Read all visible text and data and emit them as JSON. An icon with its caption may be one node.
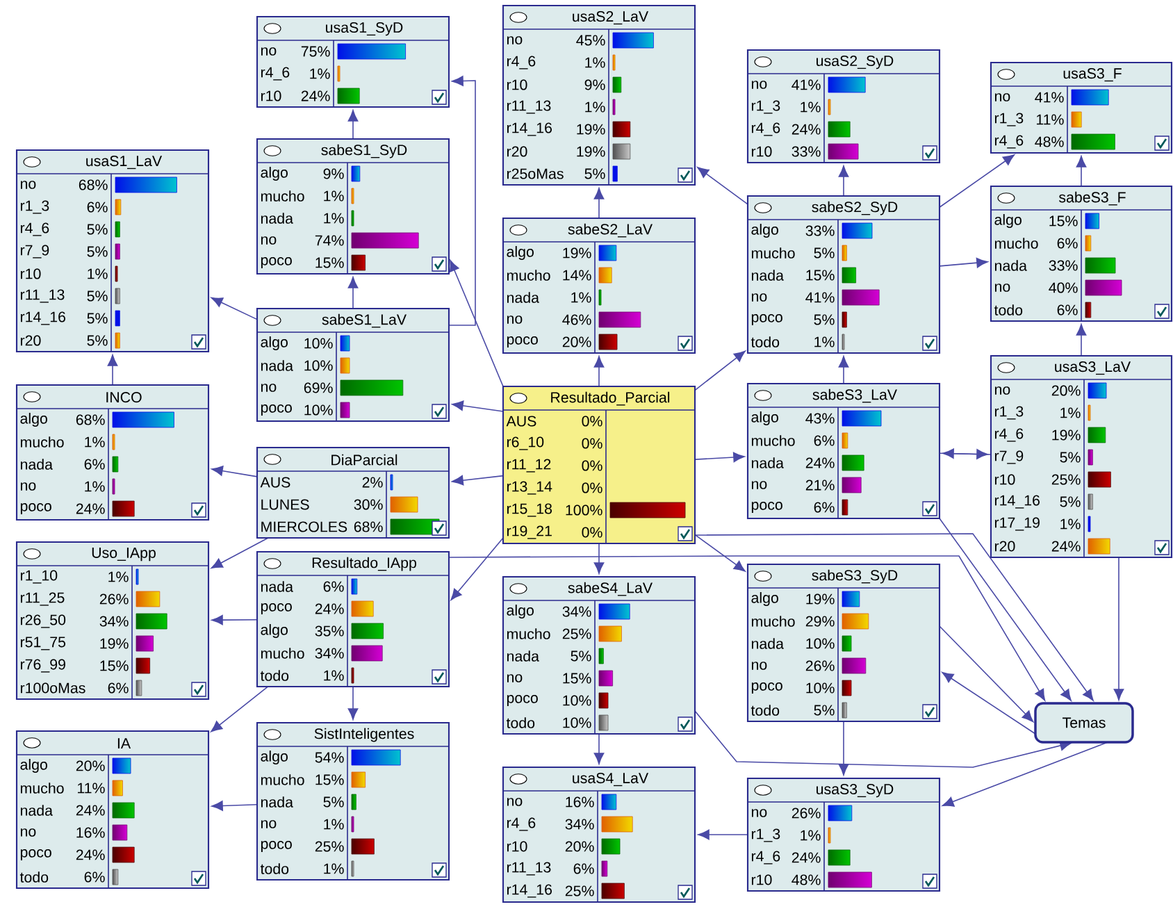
{
  "diagram": {
    "nodes": [
      {
        "text": [
          "usaS1_SyD",
          "no",
          "75%",
          "r4_6",
          "1%",
          "r10",
          "24%"
        ]
      },
      {
        "text": [
          "usaS2_LaV",
          "no",
          "45%",
          "r4_6",
          "1%",
          "r10",
          "9%",
          "r11_13",
          "1%",
          "r14_16",
          "19%",
          "r20",
          "19%",
          "r25oMas",
          "5%"
        ]
      },
      {
        "text": [
          "usaS2_SyD",
          "no",
          "41%",
          "r1_3",
          "1%",
          "r4_6",
          "24%",
          "r10",
          "33%"
        ]
      },
      {
        "text": [
          "usaS3_F",
          "no",
          "41%",
          "r1_3",
          "11%",
          "r4_6",
          "48%"
        ]
      },
      {
        "text": [
          "usaS1_LaV",
          "no",
          "68%",
          "r1_3",
          "6%",
          "r4_6",
          "5%",
          "r7_9",
          "5%",
          "r10",
          "1%",
          "r11_13",
          "5%",
          "r14_16",
          "5%",
          "r20",
          "5%"
        ]
      },
      {
        "text": [
          "sabeS1_SyD",
          "algo",
          "9%",
          "mucho",
          "1%",
          "nada",
          "1%",
          "no",
          "74%",
          "poco",
          "15%"
        ]
      },
      {
        "text": [
          "sabeS2_LaV",
          "algo",
          "19%",
          "mucho",
          "14%",
          "nada",
          "1%",
          "no",
          "46%",
          "poco",
          "20%"
        ]
      },
      {
        "text": [
          "sabeS2_SyD",
          "algo",
          "33%",
          "mucho",
          "5%",
          "nada",
          "15%",
          "no",
          "41%",
          "poco",
          "5%",
          "todo",
          "1%"
        ]
      },
      {
        "text": [
          "sabeS3_F",
          "algo",
          "15%",
          "mucho",
          "6%",
          "nada",
          "33%",
          "no",
          "40%",
          "todo",
          "6%"
        ]
      },
      {
        "text": [
          "sabeS1_LaV",
          "algo",
          "10%",
          "nada",
          "10%",
          "no",
          "69%",
          "poco",
          "10%"
        ]
      },
      {
        "text": [
          "INCO",
          "algo",
          "68%",
          "mucho",
          "1%",
          "nada",
          "6%",
          "no",
          "1%",
          "poco",
          "24%"
        ]
      },
      {
        "text": [
          "Resultado_Parcial",
          "AUS",
          "0%",
          "r6_10",
          "0%",
          "r11_12",
          "0%",
          "r13_14",
          "0%",
          "r15_18",
          "100%",
          "r19_21",
          "0%"
        ]
      },
      {
        "text": [
          "sabeS3_LaV",
          "algo",
          "43%",
          "mucho",
          "6%",
          "nada",
          "24%",
          "no",
          "21%",
          "poco",
          "6%"
        ]
      },
      {
        "text": [
          "usaS3_LaV",
          "no",
          "20%",
          "r1_3",
          "1%",
          "r4_6",
          "19%",
          "r7_9",
          "5%",
          "r10",
          "25%",
          "r14_16",
          "5%",
          "r17_19",
          "1%",
          "r20",
          "24%"
        ]
      },
      {
        "text": [
          "DiaParcial",
          "AUS",
          "2%",
          "LUNES",
          "30%",
          "MIERCOLES",
          "68%"
        ]
      },
      {
        "text": [
          "Uso_IApp",
          "r1_10",
          "1%",
          "r11_25",
          "26%",
          "r26_50",
          "34%",
          "r51_75",
          "19%",
          "r76_99",
          "15%",
          "r100oMas",
          "6%"
        ]
      },
      {
        "text": [
          "Resultado_IApp",
          "nada",
          "6%",
          "poco",
          "24%",
          "algo",
          "35%",
          "mucho",
          "34%",
          "todo",
          "1%"
        ]
      },
      {
        "text": [
          "sabeS4_LaV",
          "algo",
          "34%",
          "mucho",
          "25%",
          "nada",
          "5%",
          "no",
          "15%",
          "poco",
          "10%",
          "todo",
          "10%"
        ]
      },
      {
        "text": [
          "sabeS3_SyD",
          "algo",
          "19%",
          "mucho",
          "29%",
          "nada",
          "10%",
          "no",
          "26%",
          "poco",
          "10%",
          "todo",
          "5%"
        ]
      },
      {
        "text": [
          "Temas"
        ]
      },
      {
        "text": [
          "IA",
          "algo",
          "20%",
          "mucho",
          "11%",
          "nada",
          "24%",
          "no",
          "16%",
          "poco",
          "24%",
          "todo",
          "6%"
        ]
      },
      {
        "text": [
          "SistInteligentes",
          "algo",
          "54%",
          "mucho",
          "15%",
          "nada",
          "5%",
          "no",
          "1%",
          "poco",
          "25%",
          "todo",
          "1%"
        ]
      },
      {
        "text": [
          "usaS4_LaV",
          "no",
          "16%",
          "r4_6",
          "34%",
          "r10",
          "20%",
          "r11_13",
          "6%",
          "r14_16",
          "25%"
        ]
      },
      {
        "text": [
          "usaS3_SyD",
          "no",
          "26%",
          "r1_3",
          "1%",
          "r4_6",
          "24%",
          "r10",
          "48%"
        ]
      }
    ],
    "edges": [
      {
        "from": 5,
        "to": 0,
        "arrow": "to"
      },
      {
        "from": 9,
        "to": 0,
        "arrow": "to"
      },
      {
        "from": 9,
        "to": 4,
        "arrow": "to"
      },
      {
        "from": 10,
        "to": 4,
        "arrow": "to"
      },
      {
        "from": 9,
        "to": 5,
        "arrow": "to"
      },
      {
        "from": 11,
        "to": 5,
        "arrow": "to"
      },
      {
        "from": 11,
        "to": 9,
        "arrow": "to"
      },
      {
        "from": 6,
        "to": 1,
        "arrow": "to"
      },
      {
        "from": 7,
        "to": 1,
        "arrow": "to"
      },
      {
        "from": 11,
        "to": 6,
        "arrow": "to"
      },
      {
        "from": 7,
        "to": 2,
        "arrow": "to"
      },
      {
        "from": 11,
        "to": 7,
        "arrow": "to"
      },
      {
        "from": 7,
        "to": 3,
        "arrow": "to"
      },
      {
        "from": 8,
        "to": 3,
        "arrow": "to"
      },
      {
        "from": 7,
        "to": 8,
        "arrow": "to"
      },
      {
        "from": 13,
        "to": 8,
        "arrow": "to"
      },
      {
        "from": 12,
        "to": 7,
        "arrow": "to"
      },
      {
        "from": 11,
        "to": 12,
        "arrow": "to"
      },
      {
        "from": 13,
        "to": 12,
        "arrow": "to"
      },
      {
        "from": 12,
        "to": 13,
        "arrow": "to"
      },
      {
        "from": 13,
        "to": 19,
        "arrow": "to"
      },
      {
        "from": 12,
        "to": 19,
        "arrow": "to"
      },
      {
        "from": 18,
        "to": 19,
        "arrow": "to"
      },
      {
        "from": 11,
        "to": 19,
        "arrow": "to"
      },
      {
        "from": 17,
        "to": 19,
        "arrow": "to"
      },
      {
        "from": 16,
        "to": 19,
        "arrow": "to"
      },
      {
        "from": 19,
        "to": 18,
        "arrow": "to"
      },
      {
        "from": 19,
        "to": 23,
        "arrow": "to"
      },
      {
        "from": 18,
        "to": 23,
        "arrow": "to"
      },
      {
        "from": 11,
        "to": 18,
        "arrow": "to"
      },
      {
        "from": 17,
        "to": 22,
        "arrow": "to"
      },
      {
        "from": 11,
        "to": 17,
        "arrow": "to"
      },
      {
        "from": 23,
        "to": 22,
        "arrow": "to"
      },
      {
        "from": 11,
        "to": 14,
        "arrow": "to"
      },
      {
        "from": 14,
        "to": 10,
        "arrow": "to"
      },
      {
        "from": 16,
        "to": 15,
        "arrow": "to"
      },
      {
        "from": 14,
        "to": 15,
        "arrow": "to"
      },
      {
        "from": 11,
        "to": 16,
        "arrow": "to"
      },
      {
        "from": 16,
        "to": 21,
        "arrow": "to"
      },
      {
        "from": 16,
        "to": 20,
        "arrow": "to"
      },
      {
        "from": 21,
        "to": 20,
        "arrow": "to"
      }
    ]
  }
}
